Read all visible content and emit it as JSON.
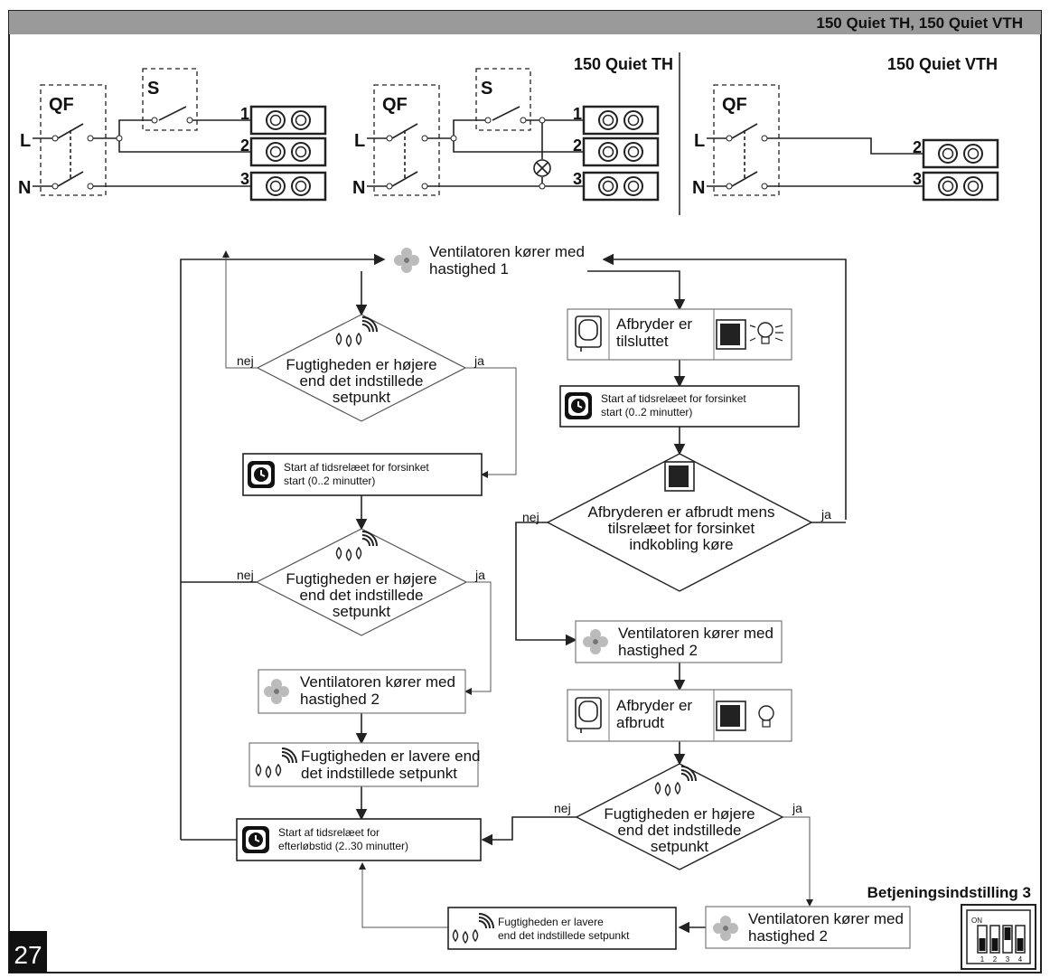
{
  "header": {
    "title": "150 Quiet TH, 150 Quiet VTH"
  },
  "page_number": "27",
  "wiring": {
    "labels": {
      "qf": "QF",
      "s": "S",
      "l": "L",
      "n": "N",
      "t1": "1",
      "t2": "2",
      "t3": "3"
    },
    "th_title": "150 Quiet TH",
    "vth_title": "150 Quiet VTH"
  },
  "flow": {
    "start": {
      "line1": "Ventilatoren kører med",
      "line2": "hastighed 1"
    },
    "humidity_high": {
      "line1": "Fugtigheden er højere",
      "line2": "end det indstillede",
      "line3": "setpunkt"
    },
    "delay_start": {
      "line1": "Start af tidsrelæet for forsinket",
      "line2": "start (0..2 minutter)"
    },
    "speed2": {
      "line1": "Ventilatoren kører med",
      "line2": "hastighed 2"
    },
    "humidity_low": {
      "line1": "Fugtigheden er lavere end",
      "line2": "det indstillede setpunkt"
    },
    "humidity_low_small": {
      "line1": "Fugtigheden er lavere",
      "line2": "end det indstillede setpunkt"
    },
    "overrun": {
      "line1": "Start af tidsrelæet for",
      "line2": "efterløbstid (2..30 minutter)"
    },
    "switch_on": {
      "line1": "Afbryder er",
      "line2": "tilsluttet"
    },
    "switch_off": {
      "line1": "Afbryder er",
      "line2": "afbrudt"
    },
    "switch_interrupted": {
      "line1": "Afbryderen  er afbrudt mens",
      "line2": "tilsrelæet for forsinket",
      "line3": "indkobling køre"
    },
    "yes": "ja",
    "no": "nej"
  },
  "dip": {
    "title": "Betjeningsindstilling 3",
    "on": "ON",
    "numbers": [
      "1",
      "2",
      "3",
      "4"
    ],
    "switch_states": [
      "off",
      "off",
      "on",
      "off"
    ]
  }
}
